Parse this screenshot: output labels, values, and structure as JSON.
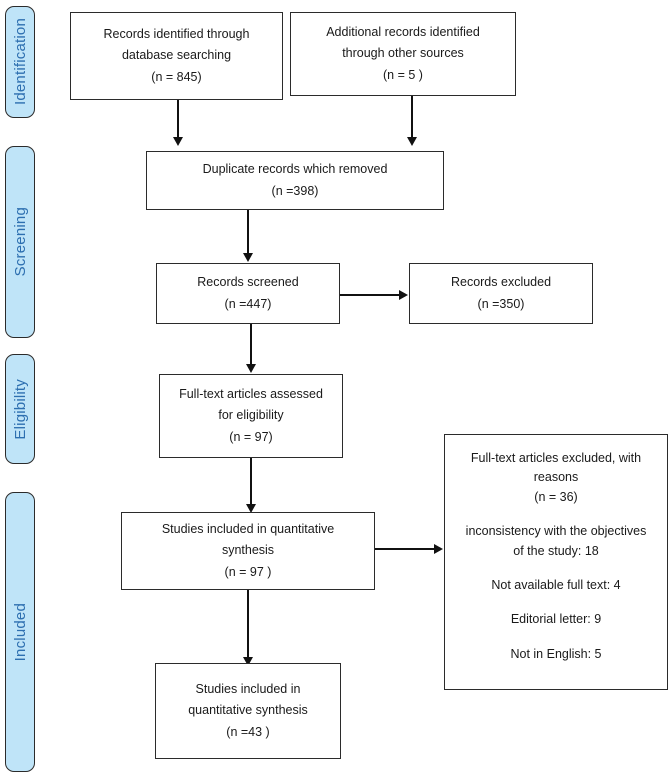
{
  "figure": {
    "type": "prisma-flow-diagram",
    "background": "#ffffff",
    "stage_fill": "#bfe4f8",
    "stage_text_color": "#2d6fb0",
    "line_color": "#111111"
  },
  "stages": [
    {
      "label": "Identification"
    },
    {
      "label": "Screening"
    },
    {
      "label": "Eligibility"
    },
    {
      "label": "Included"
    }
  ],
  "nodes": {
    "database_records": {
      "lines": [
        "Records identified through",
        "database searching",
        "(n = 845)"
      ]
    },
    "other_records": {
      "lines": [
        "Additional records identified",
        "through other sources",
        "(n = 5 )"
      ]
    },
    "duplicates_removed": {
      "lines": [
        "Duplicate records which removed",
        "(n =398)"
      ]
    },
    "records_screened": {
      "lines": [
        "Records screened",
        "(n =447)"
      ]
    },
    "records_excluded": {
      "lines": [
        "Records excluded",
        "(n =350)"
      ]
    },
    "fulltext_assessed": {
      "lines": [
        "Full-text articles assessed",
        "for eligibility",
        "(n = 97)"
      ]
    },
    "included_quantitative": {
      "lines": [
        "Studies included in quantitative",
        "synthesis",
        "(n = 97  )"
      ]
    },
    "fulltext_excluded": {
      "header": [
        "Full-text articles excluded, with",
        "reasons",
        "(n = 36)"
      ],
      "reasons": [
        "inconsistency with the objectives",
        "of the study: 18",
        "Not available full text: 4",
        "Editorial letter: 9",
        "Not in English: 5"
      ]
    },
    "final_synthesis": {
      "lines": [
        "Studies included in",
        "quantitative synthesis",
        "(n =43 )"
      ]
    }
  },
  "chart_data": {
    "type": "diagram",
    "title": "PRISMA flow diagram",
    "stages": [
      "Identification",
      "Screening",
      "Eligibility",
      "Included"
    ],
    "counts": {
      "records_identified_database": 845,
      "additional_records_other_sources": 5,
      "duplicate_records_removed": 398,
      "records_screened": 447,
      "records_excluded": 350,
      "fulltext_assessed_for_eligibility": 97,
      "fulltext_excluded_with_reasons": 36,
      "studies_included_quantitative_synthesis": 97,
      "studies_included_final_quantitative_synthesis": 43
    },
    "exclusion_reasons": [
      {
        "reason": "inconsistency with the objectives of the study",
        "count": 18
      },
      {
        "reason": "Not available full text",
        "count": 4
      },
      {
        "reason": "Editorial letter",
        "count": 9
      },
      {
        "reason": "Not in English",
        "count": 5
      }
    ]
  }
}
